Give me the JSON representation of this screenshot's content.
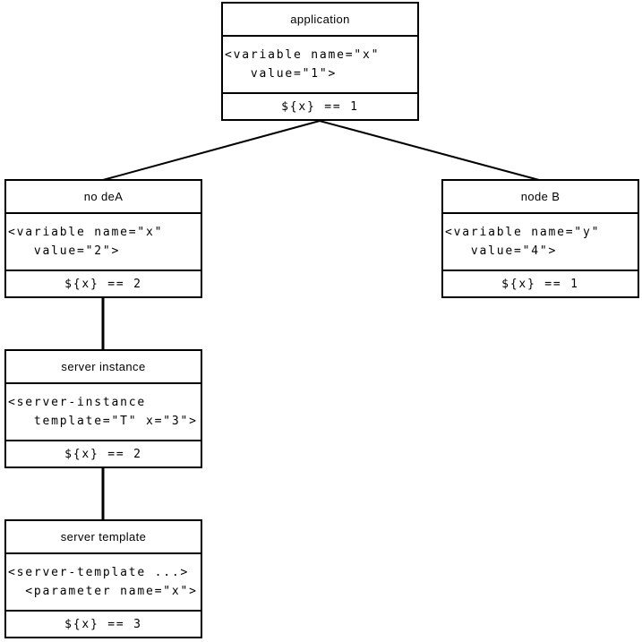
{
  "diagram": {
    "type": "tree",
    "background": "#ffffff",
    "line_color": "#000000",
    "text_color": "#000000",
    "nodes": {
      "application": {
        "title": "application",
        "code_line1": "<variable name=\"x\"",
        "code_line2": "   value=\"1\">",
        "condition": "${x} == 1"
      },
      "nodeA": {
        "title": "no deA",
        "code_line1": "<variable name=\"x\"",
        "code_line2": "   value=\"2\">",
        "condition": "${x} == 2"
      },
      "nodeB": {
        "title": "node B",
        "code_line1": "<variable name=\"y\"",
        "code_line2": "   value=\"4\">",
        "condition": "${x} == 1"
      },
      "server_instance": {
        "title": "server instance",
        "code_line1": "<server-instance",
        "code_line2": "   template=\"T\" x=\"3\">",
        "condition": "${x} == 2"
      },
      "server_template": {
        "title": "server template",
        "code_line1": "<server-template ...>",
        "code_line2": "  <parameter name=\"x\">",
        "condition": "${x} == 3"
      }
    },
    "edges": [
      {
        "from": "application",
        "to": "nodeA"
      },
      {
        "from": "application",
        "to": "nodeB"
      },
      {
        "from": "nodeA",
        "to": "server_instance"
      },
      {
        "from": "server_instance",
        "to": "server_template"
      }
    ]
  }
}
